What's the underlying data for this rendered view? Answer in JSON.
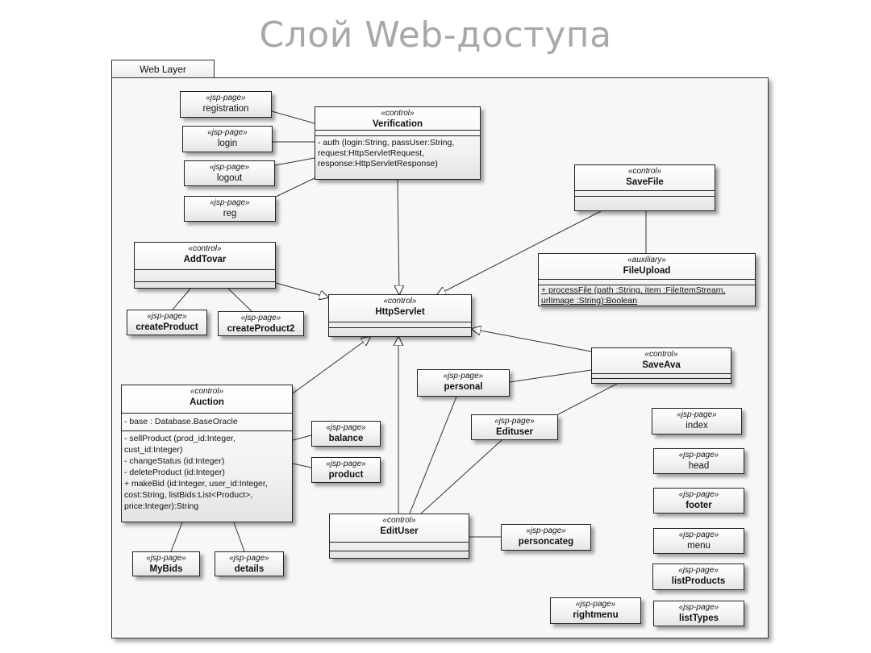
{
  "title": "Слой Web-доступа",
  "package": {
    "name": "Web Layer"
  },
  "classes": {
    "verification": {
      "stereotype": "«control»",
      "name": "Verification",
      "operations": [
        "- auth (login:String, passUser:String,",
        "request:HttpServletRequest,",
        "response:HttpServletResponse)"
      ]
    },
    "savefile": {
      "stereotype": "«control»",
      "name": "SaveFile"
    },
    "fileupload": {
      "stereotype": "«auxiliary»",
      "name": "FileUpload",
      "operations": [
        "+ processFile (path :String,  item :FileItemStream,",
        "urlImage :String):Boolean"
      ]
    },
    "addtovar": {
      "stereotype": "«control»",
      "name": "AddTovar"
    },
    "httpservlet": {
      "stereotype": "«control»",
      "name": "HttpServlet"
    },
    "saveava": {
      "stereotype": "«control»",
      "name": "SaveAva"
    },
    "auction": {
      "stereotype": "«control»",
      "name": "Auction",
      "attributes": [
        "- base : Database.BaseOracle"
      ],
      "operations": [
        "- sellProduct (prod_id:Integer,",
        "cust_id:Integer)",
        "- changeStatus (id:Integer)",
        "- deleteProduct (id:Integer)",
        "+ makeBid (id:Integer, user_id:Integer,",
        "cost:String, listBids:List<Product>,",
        "price:Integer):String"
      ]
    },
    "edituser": {
      "stereotype": "«control»",
      "name": "EditUser"
    }
  },
  "pages": {
    "stereotype": "«jsp-page»",
    "registration": "registration",
    "login": "login",
    "logout": "logout",
    "reg": "reg",
    "createProduct": "createProduct",
    "createProduct2": "createProduct2",
    "personal": "personal",
    "Edituser": "Edituser",
    "balance": "balance",
    "product": "product",
    "MyBids": "MyBids",
    "details": "details",
    "personcateg": "personcateg",
    "index": "index",
    "head": "head",
    "footer": "footer",
    "menu": "menu",
    "listProducts": "listProducts",
    "listTypes": "listTypes",
    "rightmenu": "rightmenu"
  }
}
